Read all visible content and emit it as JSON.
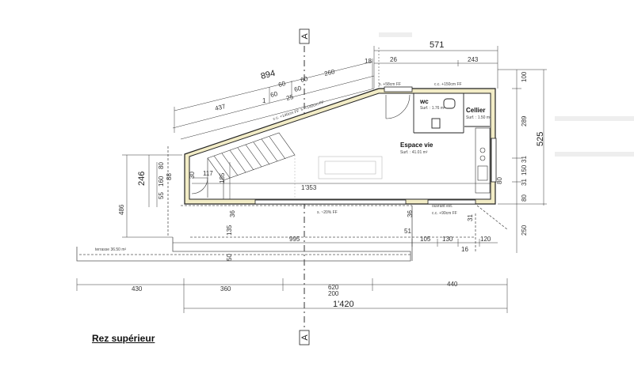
{
  "plan": {
    "title": "Rez supérieur",
    "section_marker": "A",
    "rooms": {
      "wc": {
        "name": "wc",
        "area": "Surf. : 1.76 m²"
      },
      "cellier": {
        "name": "Cellier",
        "area": "Surf. : 1.50 m²"
      },
      "espace_vie": {
        "name": "Espace vie",
        "area": "Surf. : 41.01 m²"
      }
    },
    "annotations": {
      "level_top": "s. +58cm FF",
      "level_top_right": "c.c. +150cm FF",
      "level_left": "c.c. +140cm FF",
      "level_left2": "s. +140cm FF",
      "level_bottom": "s. ~20% FF",
      "level_bottom_right": "c.c. +90cm FF",
      "level_bottom_right2": "ouvrant ext.",
      "terrace": "terrasse 36.50 m²"
    },
    "dimensions": {
      "top_overall": "894",
      "top_571": "571",
      "top_243": "243",
      "top_26": "26",
      "top_437": "437",
      "top_60a": "60",
      "top_60b": "60",
      "top_60c": "60",
      "top_60d": "60",
      "top_25": "25",
      "top_1": "1",
      "top_18": "18",
      "top_260": "260",
      "right_525": "525",
      "right_100": "100",
      "right_289": "289",
      "right_31a": "31",
      "right_31b": "31",
      "right_150": "150",
      "right_250": "250",
      "right_80": "80",
      "left_246": "246",
      "left_486": "486",
      "left_80": "80",
      "left_160": "160",
      "left_55": "55",
      "left_88": "88",
      "inner_1353": "1'353",
      "inner_117": "117",
      "inner_185": "185",
      "inner_36a": "36",
      "inner_36b": "36",
      "inner_80": "80",
      "inner_30": "30",
      "low_995": "995",
      "low_105": "105",
      "low_130": "130",
      "low_120": "120",
      "low_135": "135",
      "low_51": "51",
      "low_50": "50",
      "low_16": "16",
      "low_31": "31",
      "bottom_430": "430",
      "bottom_360": "360",
      "bottom_620": "620",
      "bottom_200": "200",
      "bottom_440": "440",
      "bottom_total": "1'420"
    }
  }
}
